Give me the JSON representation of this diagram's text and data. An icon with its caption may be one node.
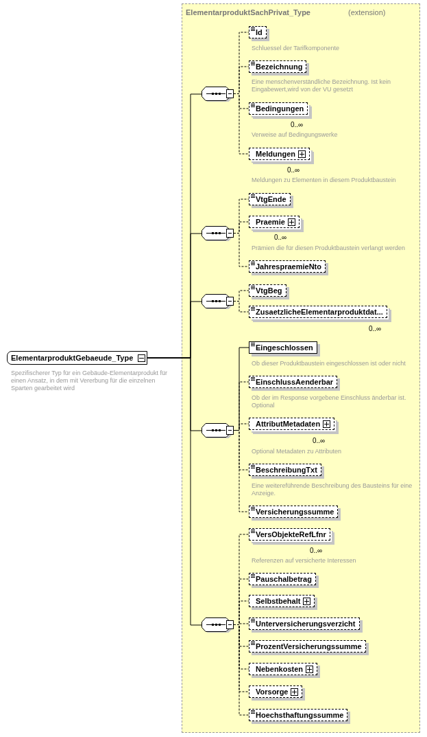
{
  "diagram": {
    "nodes": [
      {
        "text": [
          "ElementarproduktGebaeude_Type"
        ],
        "beside": [
          "Spezifischerer Typ für ein Gebäude-Elementarprodukt für einen Ansatz, in dem mit Vererbung für die einzelnen Sparten gearbeitet wird"
        ]
      },
      {
        "text": [
          "ElementarproduktSachPrivat_Type",
          "(extension)"
        ]
      },
      {
        "text": [],
        "shape": "octagon",
        "in": 1
      },
      {
        "text": [
          "Id"
        ],
        "in": 1,
        "beside": [
          "Schluessel der Tarifkomponente"
        ]
      },
      {
        "text": [
          "Bezeichnung"
        ],
        "in": 1,
        "beside": [
          "Eine menschenverständliche Bezeichnung. Ist kein Eingabewert,wird von der VU gesetzt"
        ]
      },
      {
        "text": [
          "Bedingungen"
        ],
        "in": 1,
        "beside": [
          "0..∞",
          "Verweise auf Bedingungswerke"
        ]
      },
      {
        "text": [
          "Meldungen"
        ],
        "in": 1,
        "beside": [
          "0..∞",
          "Meldungen zu Elementen in diesem Produktbaustein"
        ]
      },
      {
        "text": [],
        "shape": "octagon",
        "in": 1
      },
      {
        "text": [
          "VtgEnde"
        ],
        "in": 1
      },
      {
        "text": [
          "Praemie"
        ],
        "in": 1,
        "beside": [
          "0..∞",
          "Prämien die für diesen Produktbaustein verlangt werden"
        ]
      },
      {
        "text": [
          "JahrespraemieNto"
        ],
        "in": 1
      },
      {
        "text": [],
        "shape": "octagon",
        "in": 1
      },
      {
        "text": [
          "VtgBeg"
        ],
        "in": 1
      },
      {
        "text": [
          "ZusaetzlicheElementarproduktdat..."
        ],
        "in": 1,
        "beside": [
          "0..∞"
        ]
      },
      {
        "text": [],
        "shape": "octagon",
        "in": 1
      },
      {
        "text": [
          "Eingeschlossen"
        ],
        "in": 1,
        "beside": [
          "Ob dieser Produktbaustein eingeschlossen ist oder nicht"
        ]
      },
      {
        "text": [
          "EinschlussAenderbar"
        ],
        "in": 1,
        "beside": [
          "Ob der im Response vorgebene Einschluss änderbar ist. Optional"
        ]
      },
      {
        "text": [
          "AttributMetadaten"
        ],
        "in": 1,
        "beside": [
          "0..∞",
          "Optional Metadaten zu Attributen"
        ]
      },
      {
        "text": [
          "BeschreibungTxt"
        ],
        "in": 1,
        "beside": [
          "Eine weitereführende Beschreibung des Bausteins für eine Anzeige."
        ]
      },
      {
        "text": [
          "Versicherungssumme"
        ],
        "in": 1
      },
      {
        "text": [],
        "shape": "octagon",
        "in": 1
      },
      {
        "text": [
          "VersObjekteRefLfnr"
        ],
        "in": 1,
        "beside": [
          "0..∞",
          "Referenzen auf versicherte Interessen"
        ]
      },
      {
        "text": [
          "Pauschalbetrag"
        ],
        "in": 1
      },
      {
        "text": [
          "Selbstbehalt"
        ],
        "in": 1
      },
      {
        "text": [
          "Unterversicherungsverzicht"
        ],
        "in": 1
      },
      {
        "text": [
          "ProzentVersicherungssumme"
        ],
        "in": 1
      },
      {
        "text": [
          "Nebenkosten"
        ],
        "in": 1
      },
      {
        "text": [
          "Vorsorge"
        ],
        "in": 1
      },
      {
        "text": [
          "Hoechsthaftungssumme"
        ],
        "in": 1
      }
    ],
    "edges": [
      {
        "from": 0,
        "to": 2,
        "arrow": "none"
      },
      {
        "from": 0,
        "to": 7,
        "arrow": "none"
      },
      {
        "from": 0,
        "to": 11,
        "arrow": "none"
      },
      {
        "from": 0,
        "to": 14,
        "arrow": "none"
      },
      {
        "from": 0,
        "to": 20,
        "arrow": "none"
      },
      {
        "from": 2,
        "to": 3,
        "arrow": "none",
        "style": "dashed"
      },
      {
        "from": 2,
        "to": 4,
        "arrow": "none",
        "style": "dashed"
      },
      {
        "from": 2,
        "to": 5,
        "arrow": "none",
        "style": "dashed"
      },
      {
        "from": 2,
        "to": 6,
        "arrow": "none",
        "style": "dashed"
      },
      {
        "from": 7,
        "to": 8,
        "arrow": "none",
        "style": "dashed"
      },
      {
        "from": 7,
        "to": 9,
        "arrow": "none",
        "style": "dashed"
      },
      {
        "from": 7,
        "to": 10,
        "arrow": "none",
        "style": "dashed"
      },
      {
        "from": 11,
        "to": 12,
        "arrow": "none",
        "style": "dashed"
      },
      {
        "from": 11,
        "to": 13,
        "arrow": "none",
        "style": "dashed"
      },
      {
        "from": 14,
        "to": 15,
        "arrow": "none"
      },
      {
        "from": 14,
        "to": 16,
        "arrow": "none",
        "style": "dashed"
      },
      {
        "from": 14,
        "to": 17,
        "arrow": "none",
        "style": "dashed"
      },
      {
        "from": 14,
        "to": 18,
        "arrow": "none",
        "style": "dashed"
      },
      {
        "from": 14,
        "to": 19,
        "arrow": "none",
        "style": "dashed"
      },
      {
        "from": 20,
        "to": 21,
        "arrow": "none",
        "style": "dashed"
      },
      {
        "from": 20,
        "to": 22,
        "arrow": "none",
        "style": "dashed"
      },
      {
        "from": 20,
        "to": 23,
        "arrow": "none",
        "style": "dashed"
      },
      {
        "from": 20,
        "to": 24,
        "arrow": "none",
        "style": "dashed"
      },
      {
        "from": 20,
        "to": 25,
        "arrow": "none",
        "style": "dashed"
      },
      {
        "from": 20,
        "to": 26,
        "arrow": "none",
        "style": "dashed"
      },
      {
        "from": 20,
        "to": 27,
        "arrow": "none",
        "style": "dashed"
      },
      {
        "from": 20,
        "to": 28,
        "arrow": "none",
        "style": "dashed"
      }
    ]
  }
}
